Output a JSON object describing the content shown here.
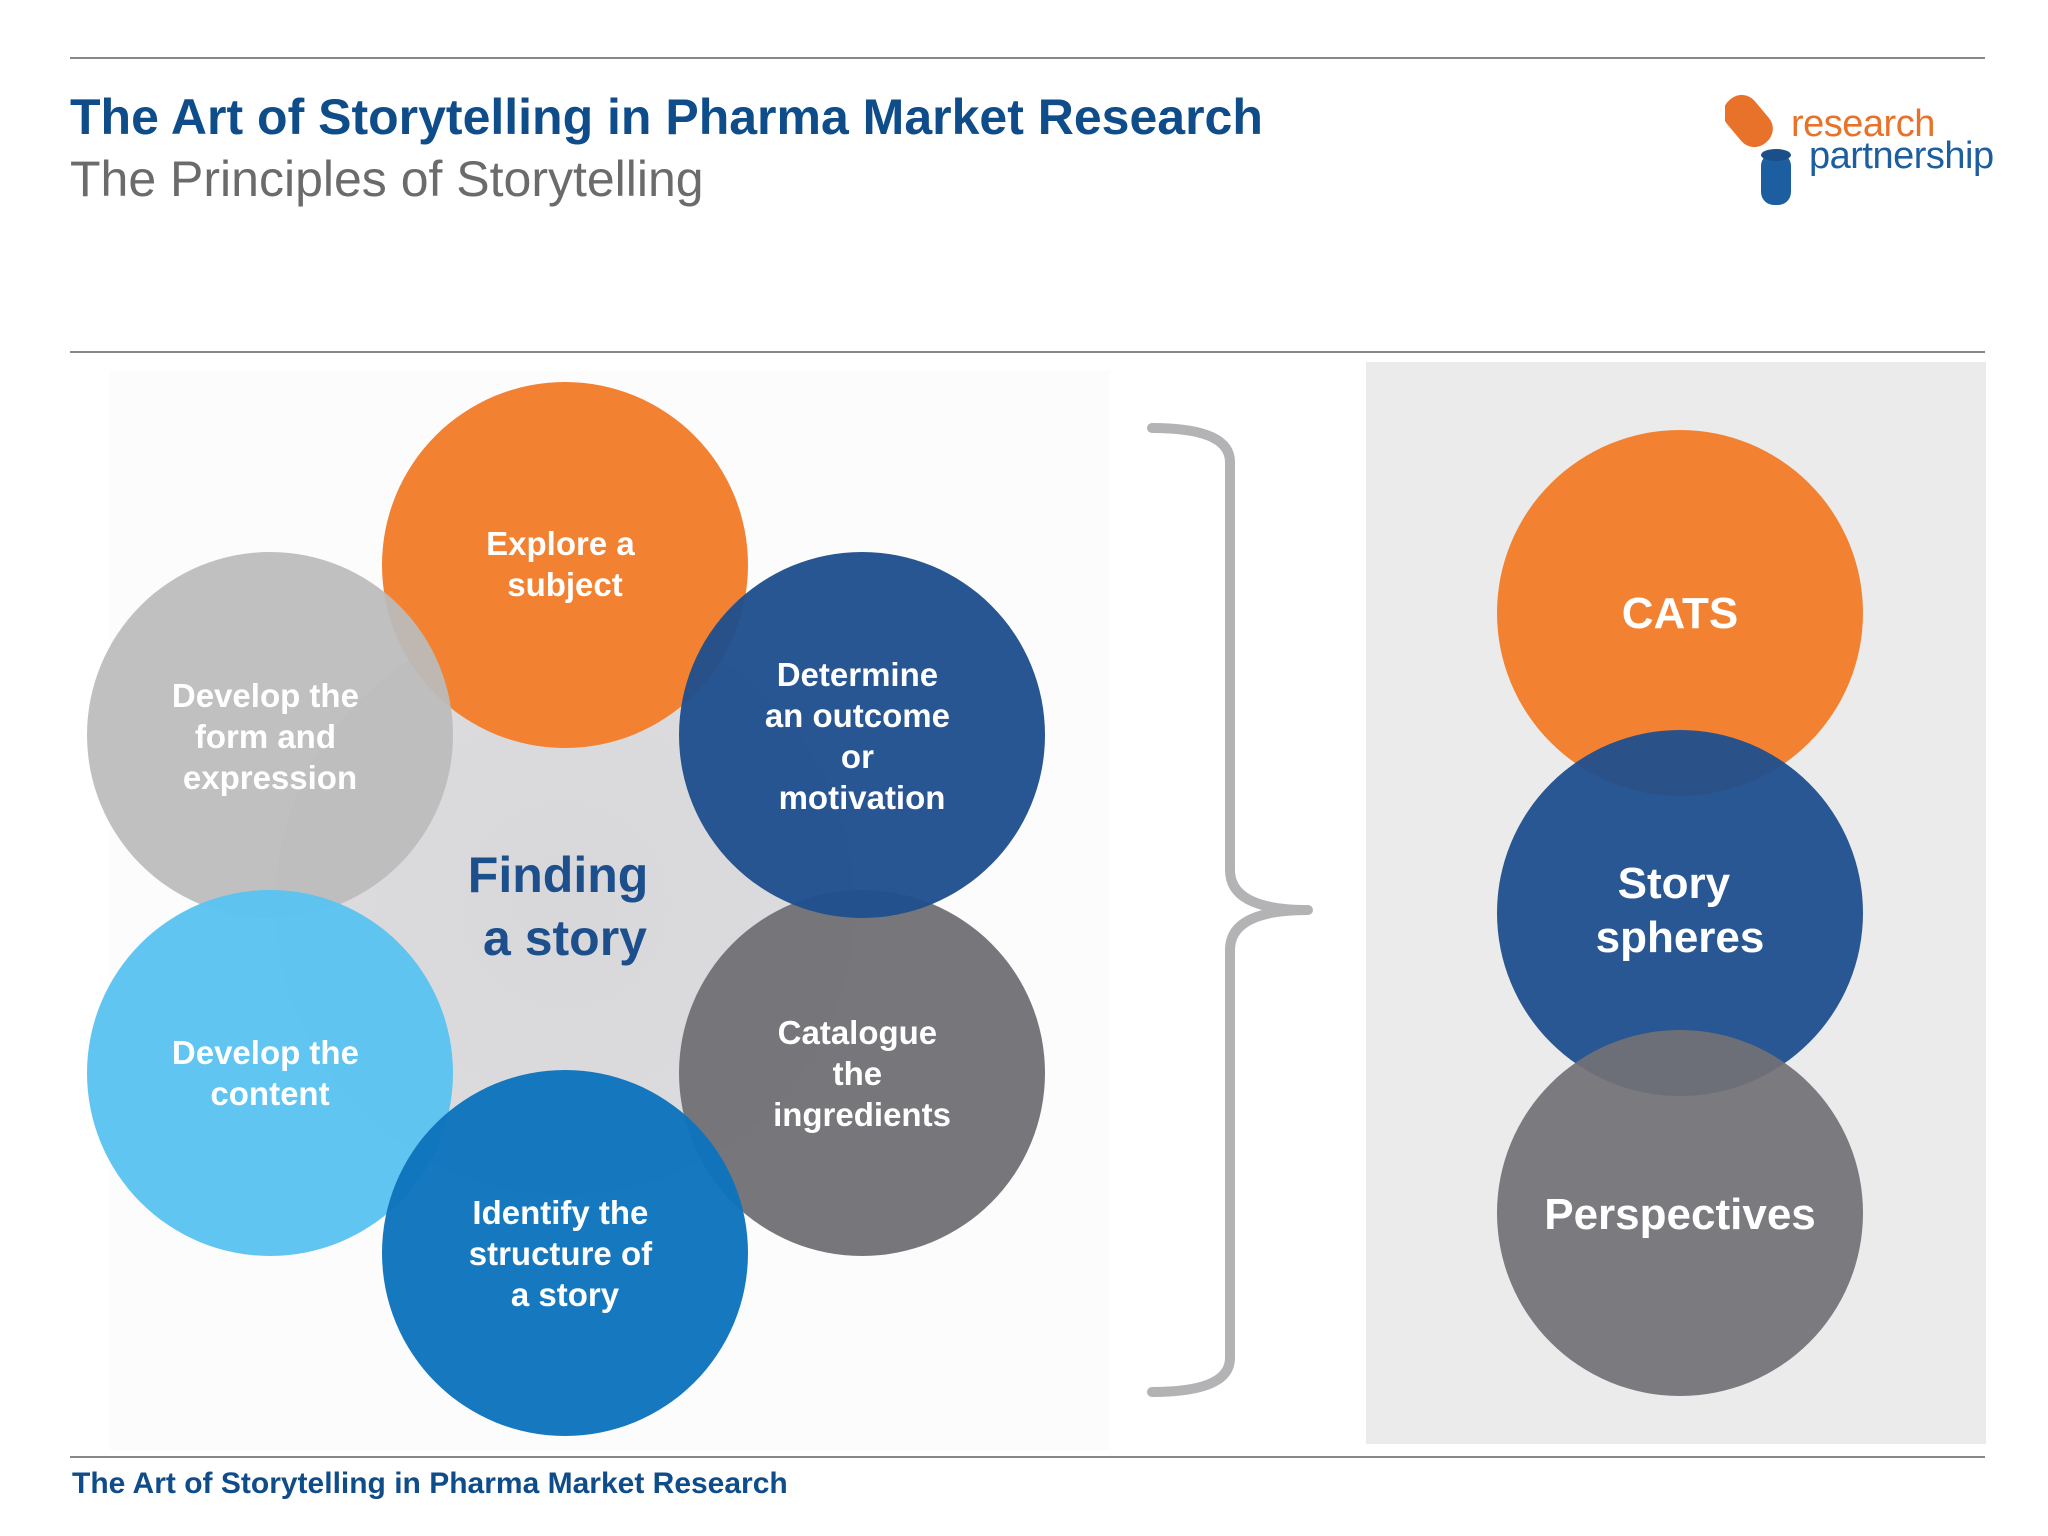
{
  "header": {
    "title": "The Art of Storytelling in Pharma Market Research",
    "subtitle": "The Principles of Storytelling"
  },
  "logo": {
    "word1": "research",
    "word2": "partnership",
    "colors": {
      "orange": "#e8722a",
      "blue": "#1c5ea0"
    }
  },
  "cycle": {
    "center_label": [
      "Finding",
      "a story"
    ],
    "steps": [
      {
        "label": [
          "Explore a",
          "subject"
        ],
        "color": "#f28231"
      },
      {
        "label": [
          "Determine",
          "an outcome",
          "or",
          "motivation"
        ],
        "color": "#1f4f8e"
      },
      {
        "label": [
          "Catalogue",
          "the",
          "ingredients"
        ],
        "color": "#717176"
      },
      {
        "label": [
          "Identify the",
          "structure of",
          "a story"
        ],
        "color": "#0c72bb"
      },
      {
        "label": [
          "Develop the",
          "content"
        ],
        "color": "#5bc3f1"
      },
      {
        "label": [
          "Develop the",
          "form and",
          "expression"
        ],
        "color": "#bbbbbc"
      }
    ]
  },
  "stack": {
    "items": [
      {
        "label": [
          "CATS"
        ],
        "color": "#f28231"
      },
      {
        "label": [
          "Story",
          "spheres"
        ],
        "color": "#1f4f8e"
      },
      {
        "label": [
          "Perspectives"
        ],
        "color": "#717176"
      }
    ]
  },
  "footer": {
    "text": "The Art of Storytelling in Pharma Market Research"
  }
}
